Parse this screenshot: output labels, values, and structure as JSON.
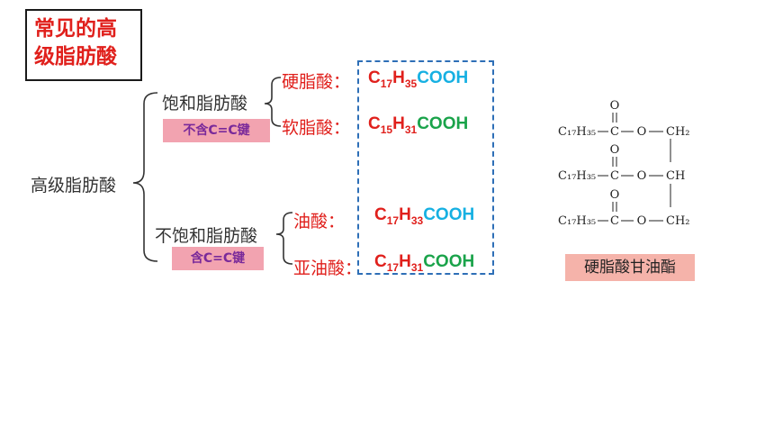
{
  "title": {
    "line1": "常见的高",
    "line2": "级脂肪酸"
  },
  "root": "高级脂肪酸",
  "saturated": {
    "label": "饱和脂肪酸",
    "tag": "不含C=C键"
  },
  "unsaturated": {
    "label": "不饱和脂肪酸",
    "tag": "含C=C键"
  },
  "acids": [
    {
      "name": "硬脂酸：",
      "C": "C",
      "c_sub": "17",
      "H": "H",
      "h_sub": "35",
      "tail": "COOH",
      "tail_color": "#16b0e2"
    },
    {
      "name": "软脂酸：",
      "C": "C",
      "c_sub": "15",
      "H": "H",
      "h_sub": "31",
      "tail": "COOH",
      "tail_color": "#1aa34a"
    },
    {
      "name": "油酸：",
      "C": "C",
      "c_sub": "17",
      "H": "H",
      "h_sub": "33",
      "tail": "COOH",
      "tail_color": "#16b0e2"
    },
    {
      "name": "亚油酸：",
      "C": "C",
      "c_sub": "17",
      "H": "H",
      "h_sub": "31",
      "tail": "COOH",
      "tail_color": "#1aa34a"
    }
  ],
  "triglyceride": {
    "O": "O",
    "chain": "C₁₇H₃₅",
    "C": "C",
    "CH2": "CH₂",
    "CH": "CH",
    "caption": "硬脂酸甘油酯"
  }
}
